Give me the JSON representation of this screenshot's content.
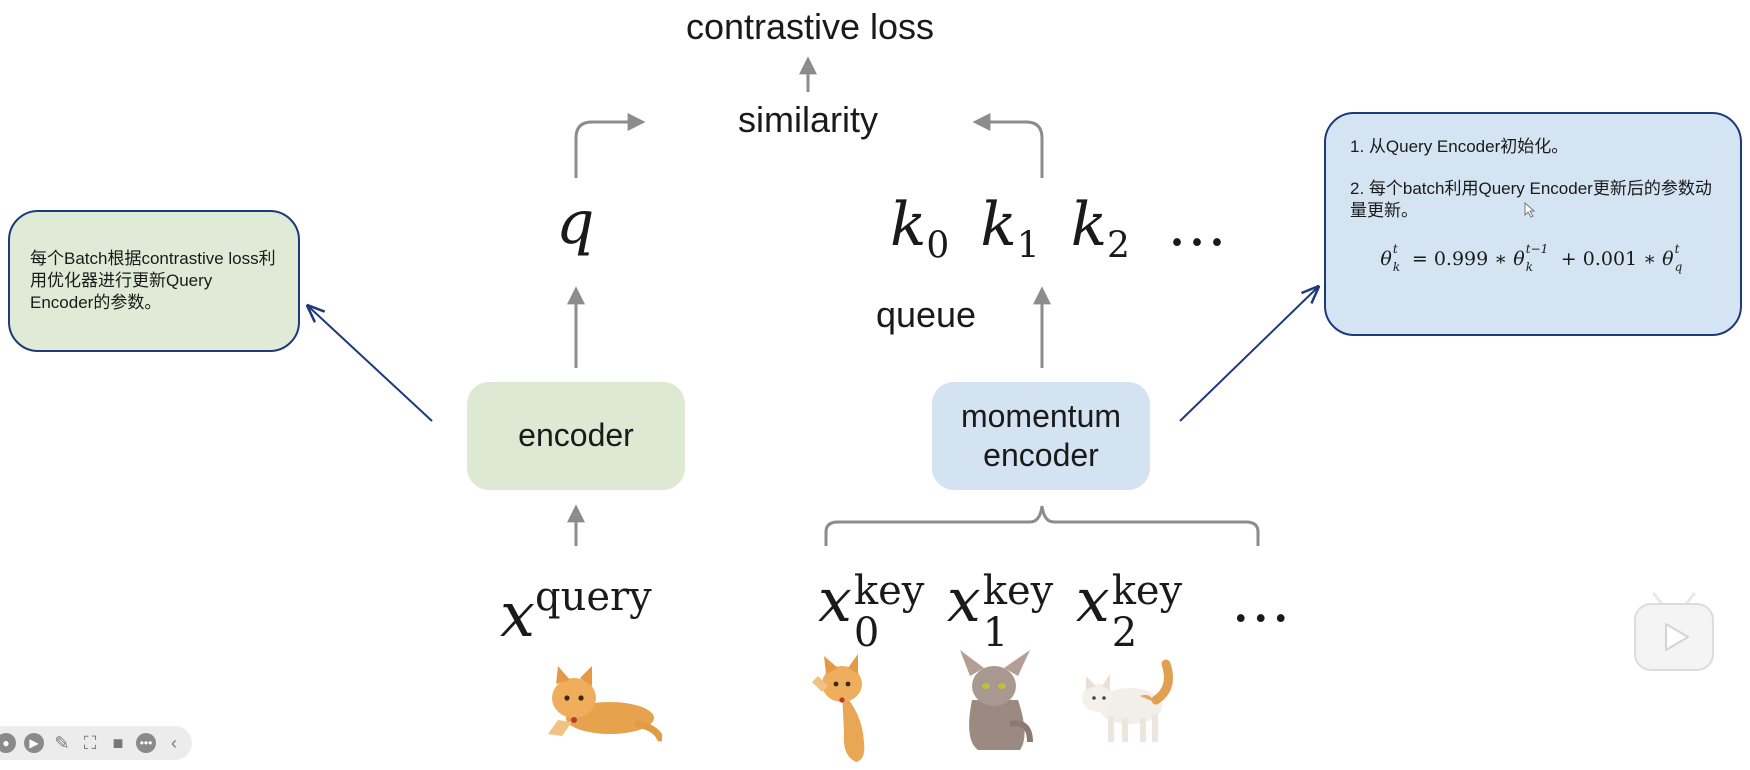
{
  "top": {
    "loss_label": "contrastive loss",
    "similarity_label": "similarity"
  },
  "query_side": {
    "q_symbol": "q",
    "encoder_label": "encoder",
    "input_base": "x",
    "input_sup": "query"
  },
  "key_side": {
    "keys": [
      {
        "base": "k",
        "sub": "0"
      },
      {
        "base": "k",
        "sub": "1"
      },
      {
        "base": "k",
        "sub": "2"
      }
    ],
    "keys_ellipsis": "…",
    "queue_label": "queue",
    "encoder_label_line1": "momentum",
    "encoder_label_line2": "encoder",
    "inputs": [
      {
        "base": "x",
        "sub": "0",
        "sup": "key"
      },
      {
        "base": "x",
        "sub": "1",
        "sup": "key"
      },
      {
        "base": "x",
        "sub": "2",
        "sup": "key"
      }
    ],
    "inputs_ellipsis": "…"
  },
  "notes": {
    "left": "每个Batch根据contrastive loss利用优化器进行更新Query Encoder的参数。",
    "right_item1": "1. 从Query Encoder初始化。",
    "right_item2": "2. 每个batch利用Query Encoder更新后的参数动量更新。",
    "formula": {
      "lhs_base": "θ",
      "lhs_sup": "t",
      "lhs_sub": "k",
      "eq": "=",
      "c1": "0.999",
      "mul": "∗",
      "t1_base": "θ",
      "t1_sup": "t−1",
      "t1_sub": "k",
      "plus": "+",
      "c2": "0.001",
      "t2_base": "θ",
      "t2_sup": "t",
      "t2_sub": "q"
    }
  },
  "colors": {
    "encoder_fill": "#dde9d3",
    "momentum_fill": "#d3e3f1",
    "left_note_fill": "#dfebd6",
    "right_note_fill": "#d4e4f2",
    "note_border": "#1f3a7a",
    "arrow_gray": "#8c8c8c",
    "annot_arrow": "#1f3a7a"
  },
  "images": [
    "cat-orange-lying",
    "cat-orange-reaching",
    "cat-sphynx",
    "cat-white-standing"
  ],
  "icons": [
    "play-watermark-icon",
    "toolbar-icons"
  ]
}
